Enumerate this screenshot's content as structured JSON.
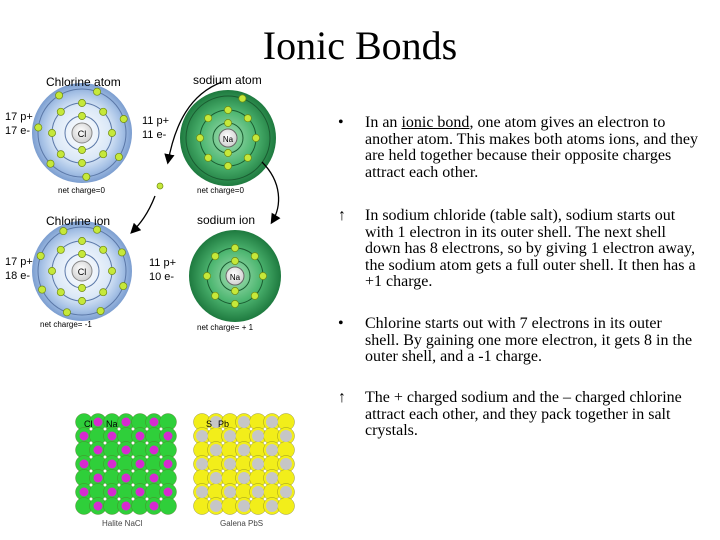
{
  "title": "Ionic Bonds",
  "diagram": {
    "chlorine_atom_label": "Chlorine atom",
    "sodium_atom_label": "sodium atom",
    "chlorine_ion_label": "Chlorine ion",
    "sodium_ion_label": "sodium ion",
    "cl_atom_protons": "17 p+",
    "cl_atom_electrons": "17 e-",
    "na_atom_protons": "11 p+",
    "na_atom_electrons": "11 e-",
    "cl_ion_protons": "17 p+",
    "cl_ion_electrons": "18 e-",
    "na_ion_protons": "11 p+",
    "na_ion_electrons": "10 e-",
    "cl_symbol": "Cl",
    "na_symbol": "Na",
    "cl_atom_charge": "net charge=0",
    "na_atom_charge": "net charge=0",
    "cl_ion_charge": "net charge= -1",
    "na_ion_charge": "net charge= + 1"
  },
  "crystals": {
    "left_caption": "Halite NaCl",
    "right_caption": "Galena PbS",
    "left_tag_a": "Cl",
    "left_tag_b": "Na",
    "right_tag_a": "S",
    "right_tag_b": "Pb"
  },
  "bullets": [
    {
      "marker": "•",
      "text_before": "In an ",
      "link_text": "ionic bond",
      "text_after": ", one atom gives an electron to another atom.  This makes both atoms ions, and they are held together because their opposite charges attract each other."
    },
    {
      "marker": "↑",
      "text": "In sodium chloride (table salt), sodium starts out with 1 electron in its outer shell.  The next shell down has 8 electrons, so by giving 1 electron away, the sodium atom gets a full outer shell.  It then has a +1 charge."
    },
    {
      "marker": "•",
      "text": "Chlorine starts out with 7 electrons in its outer shell. By gaining one more electron, it gets 8 in the outer shell, and a -1 charge."
    },
    {
      "marker": "↑",
      "text": "The + charged sodium and the – charged chlorine attract each other, and they pack together in salt crystals."
    }
  ],
  "colors": {
    "chlorine_shell": "#a7c2e6",
    "sodium_sphere": "#2e9a55",
    "electron": "#c6e83a",
    "chloride_crystal": "#2fcf3a",
    "sodium_crystal": "#d62ad0",
    "sulfur_crystal": "#f2ee1a",
    "lead_crystal": "#c6c6c6"
  }
}
